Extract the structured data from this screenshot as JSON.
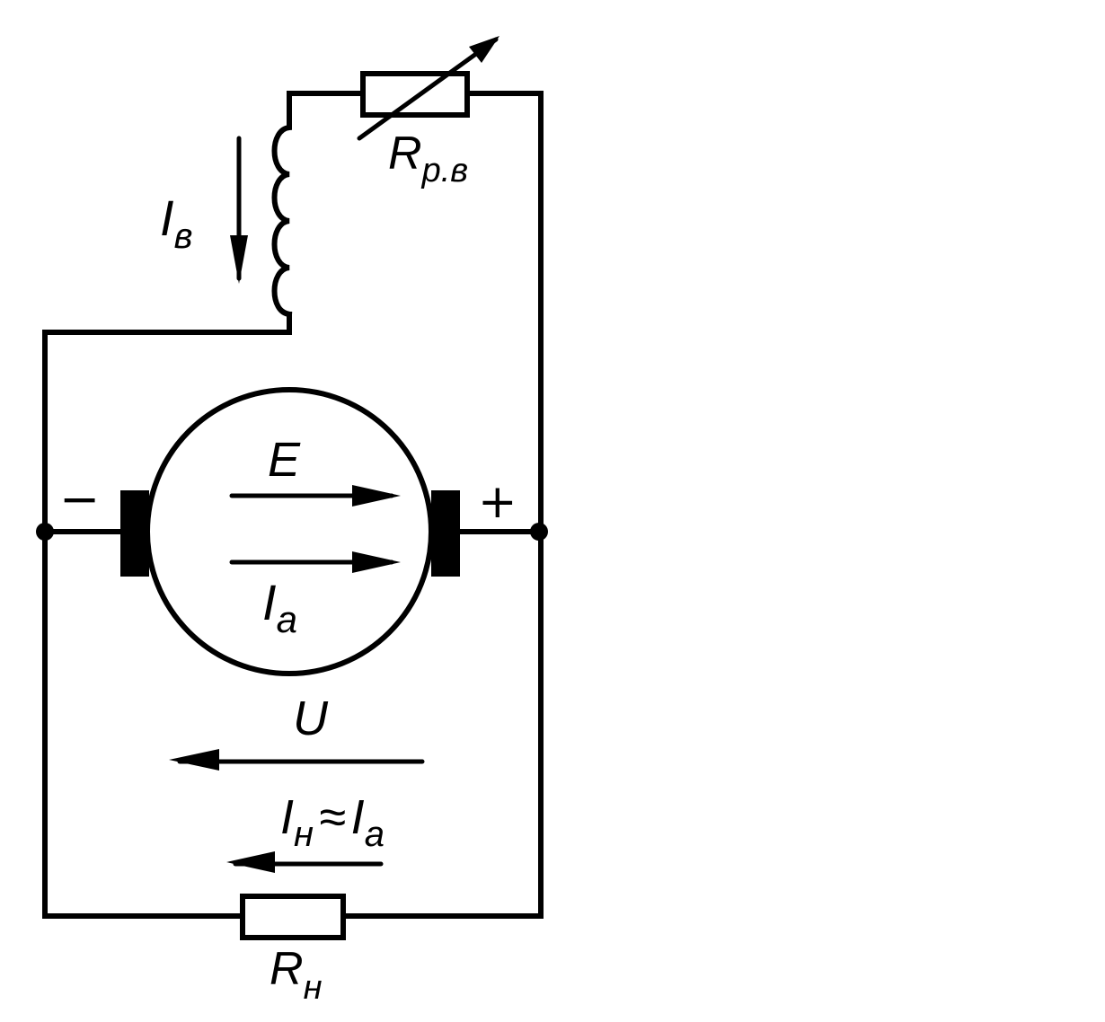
{
  "labels": {
    "field_current": {
      "main": "I",
      "sub": "в"
    },
    "field_rheostat": {
      "main": "R",
      "sub": "р.в"
    },
    "emf": {
      "main": "E"
    },
    "armature_current": {
      "main": "I",
      "sub": "a"
    },
    "voltage": {
      "main": "U"
    },
    "load_current": {
      "main": "I",
      "sub": "н",
      "rel": "≈",
      "main2": "I",
      "sub2": "a"
    },
    "load_resistor": {
      "main": "R",
      "sub": "н"
    },
    "minus_sign": "−",
    "plus_sign": "+"
  }
}
